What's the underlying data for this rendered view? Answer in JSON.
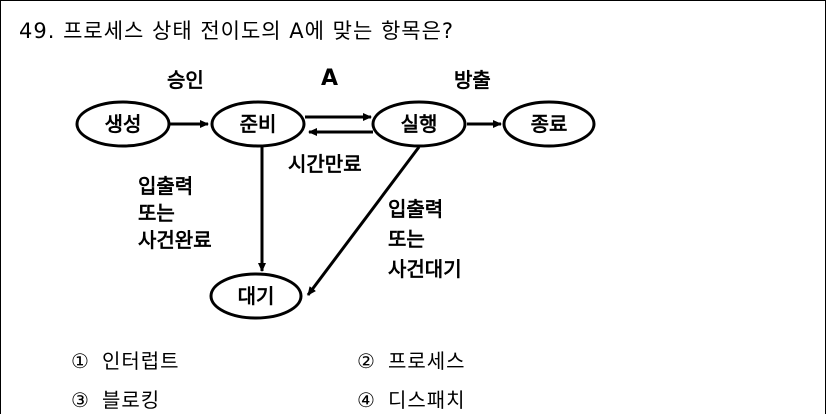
{
  "question": {
    "text": "49. 프로세스 상태 전이도의 A에 맞는 항목은?"
  },
  "diagram": {
    "states": {
      "create": "생성",
      "ready": "준비",
      "running": "실행",
      "terminate": "종료",
      "wait": "대기"
    },
    "labels": {
      "admit": "승인",
      "a": "A",
      "exit": "방출",
      "timeout": "시간만료",
      "io_wait": [
        "입출력",
        "또는",
        "사건완료"
      ],
      "io_event": [
        "입출력",
        "또는",
        "사건대기"
      ]
    }
  },
  "options": [
    {
      "num": "①",
      "text": "인터럽트"
    },
    {
      "num": "②",
      "text": "프로세스"
    },
    {
      "num": "③",
      "text": "블로킹"
    },
    {
      "num": "④",
      "text": "디스패치"
    }
  ]
}
